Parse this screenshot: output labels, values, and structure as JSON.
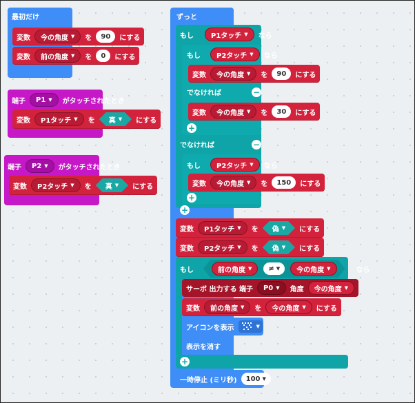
{
  "on_start": {
    "label": "最初だけ",
    "rows": [
      {
        "var": "今の角度",
        "value": "90"
      },
      {
        "var": "前の角度",
        "value": "0"
      }
    ]
  },
  "common": {
    "hensu": "変数",
    "wo": "を",
    "ni_suru": "にする",
    "nara": "なら",
    "moshi": "もし",
    "denakereba": "でなければ"
  },
  "touch_p1": {
    "tanshi": "端子",
    "pin": "P1",
    "suffix": "がタッチされたとき",
    "var": "P1タッチ",
    "value": "真"
  },
  "touch_p2": {
    "tanshi": "端子",
    "pin": "P2",
    "suffix": "がタッチされたとき",
    "var": "P2タッチ",
    "value": "真"
  },
  "forever": {
    "label": "ずっと",
    "if1_cond": "P1タッチ",
    "if2_cond": "P2タッチ",
    "set_a": {
      "var": "今の角度",
      "value": "90"
    },
    "set_b": {
      "var": "今の角度",
      "value": "30"
    },
    "if3_cond": "P2タッチ",
    "set_c": {
      "var": "今の角度",
      "value": "150"
    },
    "reset1": {
      "var": "P1タッチ",
      "value": "偽"
    },
    "reset2": {
      "var": "P2タッチ",
      "value": "偽"
    },
    "cmp": {
      "left": "前の角度",
      "op": "≠",
      "right": "今の角度"
    },
    "servo": {
      "prefix": "サーボ 出力する 端子",
      "pin": "P0",
      "angle_label": "角度",
      "var": "今の角度"
    },
    "set_prev": {
      "var": "前の角度",
      "value": "今の角度"
    },
    "show_icon": "アイコンを表示",
    "clear": "表示を消す",
    "pause": {
      "label": "一時停止 (ミリ秒)",
      "value": "100"
    }
  }
}
